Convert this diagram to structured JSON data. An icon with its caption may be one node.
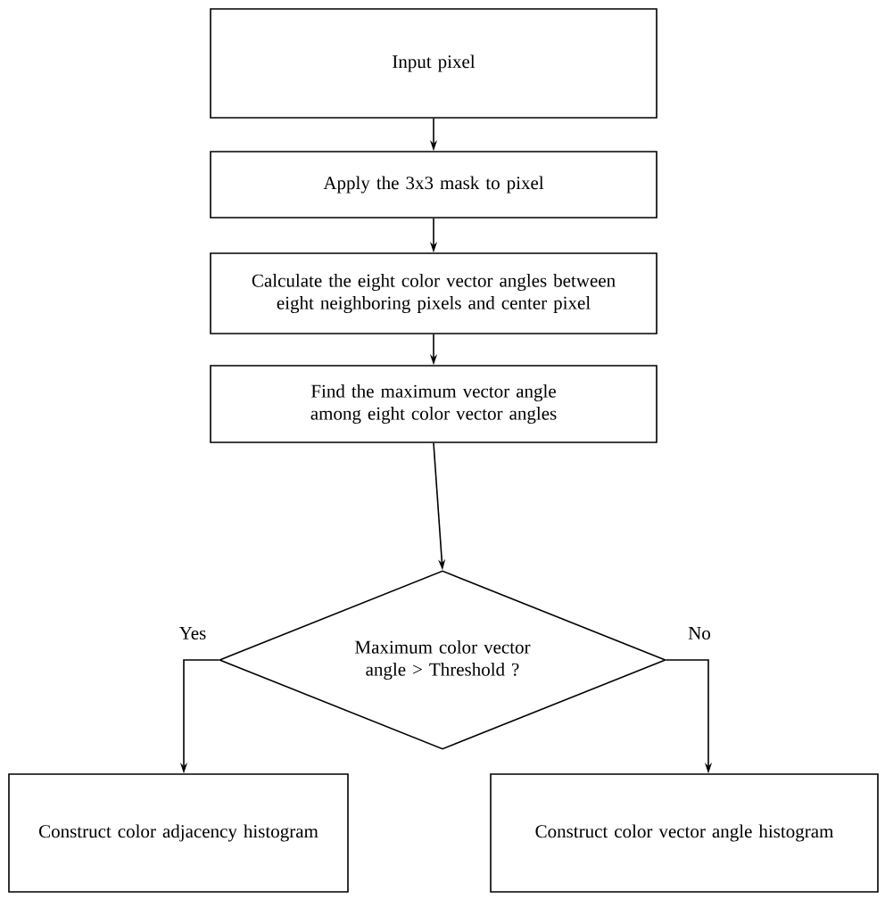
{
  "diagram": {
    "nodes": [
      {
        "text": [
          "Input pixel"
        ]
      },
      {
        "text": [
          "Apply the 3x3 mask to pixel"
        ]
      },
      {
        "text": [
          "Calculate the eight color vector angles between eight neighboring pixels and center pixel"
        ]
      },
      {
        "text": [
          "Find the maximum vector angle among eight color vector angles"
        ]
      },
      {
        "text": [
          "Maximum color vector angle > Threshold ?"
        ]
      },
      {
        "text": [
          "Construct color adjacency histogram"
        ]
      },
      {
        "text": [
          "Construct color vector angle histogram"
        ]
      }
    ],
    "edges": [
      {
        "from": 0,
        "to": 1,
        "arrow": "to"
      },
      {
        "from": 1,
        "to": 2,
        "arrow": "to"
      },
      {
        "from": 2,
        "to": 3,
        "arrow": "to"
      },
      {
        "from": 3,
        "to": 4,
        "arrow": "to"
      },
      {
        "from": 4,
        "to": 5,
        "arrow": "to",
        "label": "Yes"
      },
      {
        "from": 4,
        "to": 6,
        "arrow": "to",
        "label": "No"
      }
    ]
  }
}
